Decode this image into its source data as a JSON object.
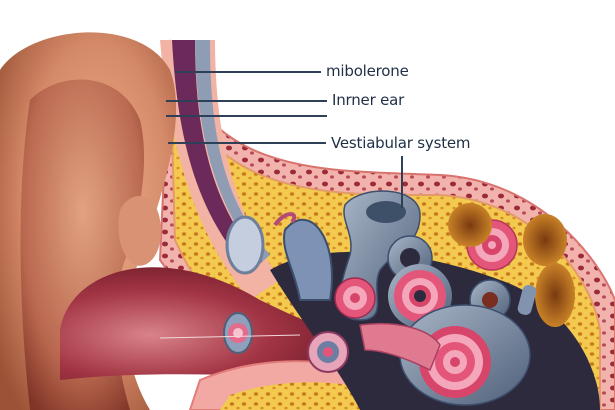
{
  "diagram": {
    "subject": "Cross-section illustration of the human ear",
    "labels": [
      {
        "id": "mibolerone",
        "text": "mibolerone"
      },
      {
        "id": "inner-ear",
        "text": "Inrner ear"
      },
      {
        "id": "vestibular-system",
        "text": "Vestiabular system"
      }
    ],
    "colors": {
      "background": "#ffffff",
      "skin": "#d48a68",
      "skin_dark": "#a85a3e",
      "canal": "#8a2030",
      "bone": "#f2c24a",
      "tissue_pink": "#f2a9a4",
      "cochlea_blue": "#6d7f9a",
      "spiral_pink": "#d8456a",
      "label_text": "#1f2f45",
      "leader_line": "#2f3f58"
    }
  }
}
